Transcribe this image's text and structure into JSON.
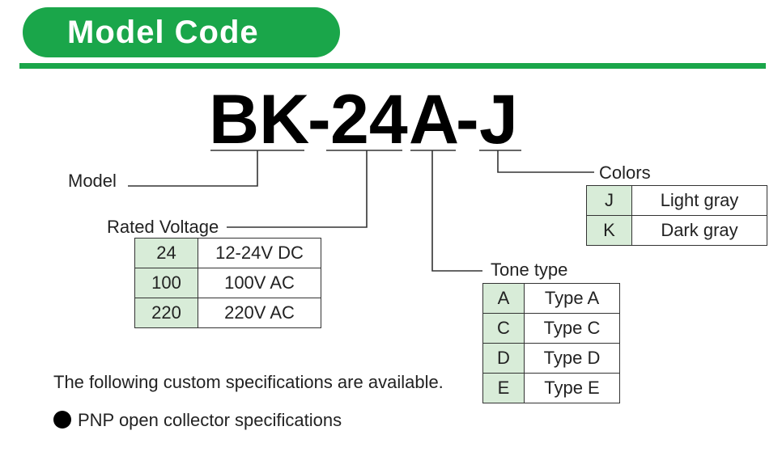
{
  "colors": {
    "green": "#1aa64a",
    "code_cell_bg": "#d8ecd8"
  },
  "header": {
    "title": "Model Code"
  },
  "model_code": {
    "seg1": "BK",
    "dash1": "-",
    "seg2": "24",
    "seg3": "A",
    "dash2": "-",
    "seg4": "J"
  },
  "labels": {
    "model": "Model",
    "rated_voltage": "Rated Voltage",
    "tone_type": "Tone type",
    "colors": "Colors"
  },
  "rated_voltage_table": [
    {
      "code": "24",
      "desc": "12-24V DC"
    },
    {
      "code": "100",
      "desc": "100V AC"
    },
    {
      "code": "220",
      "desc": "220V AC"
    }
  ],
  "tone_type_table": [
    {
      "code": "A",
      "desc": "Type A"
    },
    {
      "code": "C",
      "desc": "Type C"
    },
    {
      "code": "D",
      "desc": "Type D"
    },
    {
      "code": "E",
      "desc": "Type E"
    }
  ],
  "colors_table": [
    {
      "code": "J",
      "desc": "Light gray"
    },
    {
      "code": "K",
      "desc": "Dark gray"
    }
  ],
  "notes": {
    "custom": "The following custom specifications are available.",
    "bullet": "PNP open collector specifications"
  }
}
